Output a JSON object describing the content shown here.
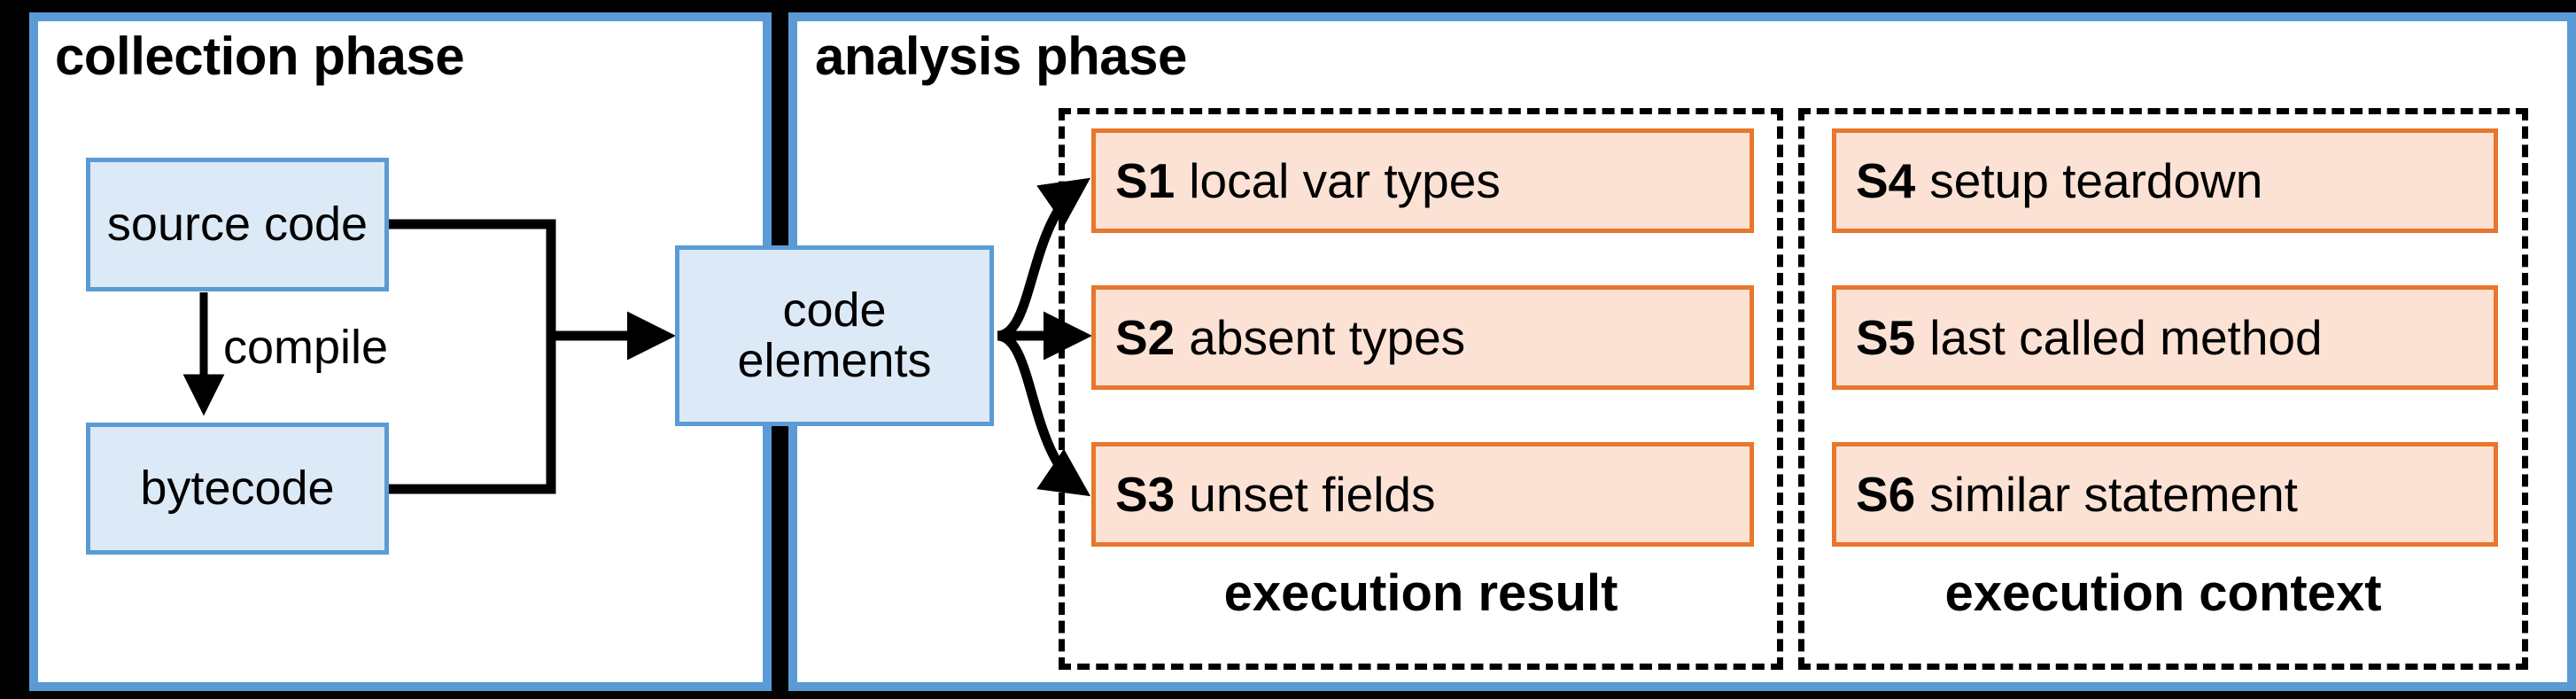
{
  "diagram": {
    "title_collection": "collection phase",
    "title_analysis": "analysis phase"
  },
  "colors": {
    "panel_border_blue": "#5b9bd5",
    "box_fill_blue": "#dce9f6",
    "box_border_orange": "#e8762c",
    "box_fill_orange": "#fbe2d5",
    "line_black": "#000000",
    "background_white": "#ffffff"
  },
  "collection_phase": {
    "nodes": [
      {
        "id": "source-code",
        "label": "source code"
      },
      {
        "id": "bytecode",
        "label": "bytecode"
      }
    ],
    "edges": [
      {
        "id": "compile",
        "label": "compile",
        "from": "source-code",
        "to": "bytecode"
      }
    ]
  },
  "shared": {
    "code_elements": {
      "id": "code-elements",
      "label_line1": "code",
      "label_line2": "elements"
    }
  },
  "analysis_phase": {
    "groups": [
      {
        "id": "execution-result",
        "caption": "execution result",
        "strategies": [
          {
            "sid": "S1",
            "label": "local var types"
          },
          {
            "sid": "S2",
            "label": "absent types"
          },
          {
            "sid": "S3",
            "label": "unset fields"
          }
        ]
      },
      {
        "id": "execution-context",
        "caption": "execution context",
        "strategies": [
          {
            "sid": "S4",
            "label": "setup teardown"
          },
          {
            "sid": "S5",
            "label": "last called method"
          },
          {
            "sid": "S6",
            "label": "similar statement"
          }
        ]
      }
    ]
  }
}
